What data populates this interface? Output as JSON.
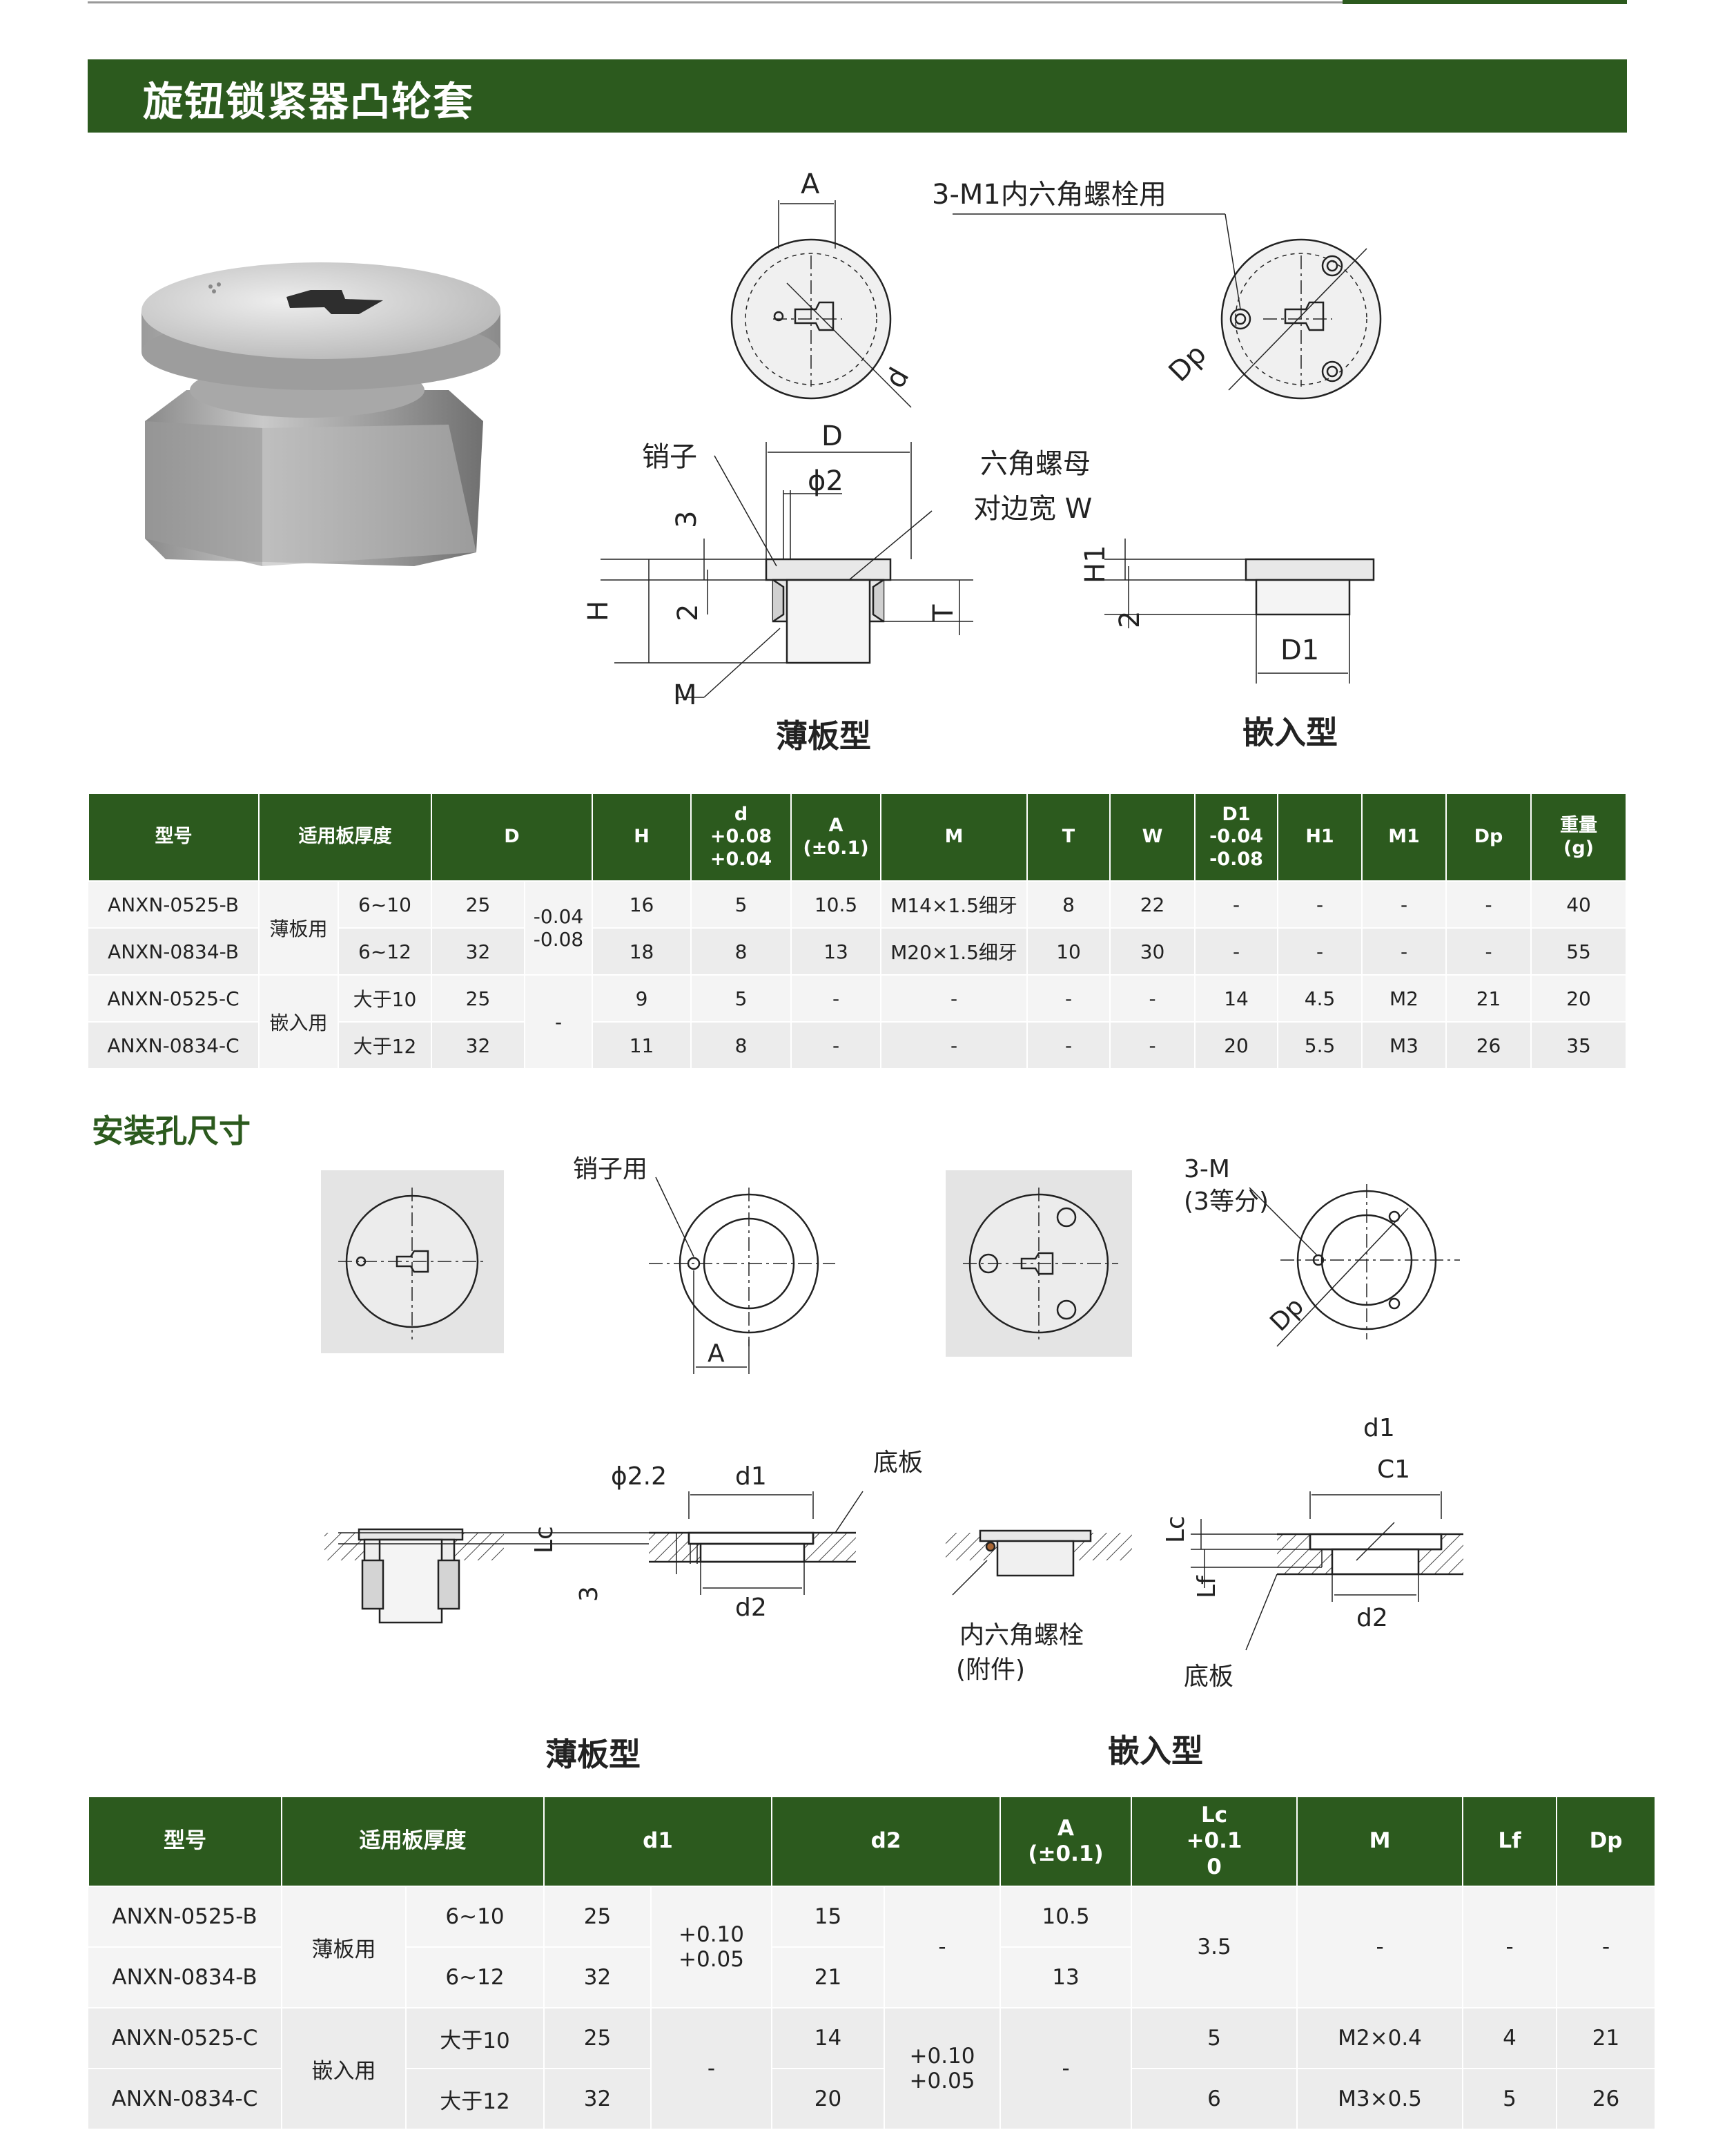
{
  "page_title": "旋钮锁紧器凸轮套",
  "drawing1": {
    "dim_A": "A",
    "dim_d": "d",
    "screw_note": "3-M1内六角螺栓用",
    "dim_Dp": "Dp",
    "pin_label": "销子",
    "dim_D": "D",
    "dim_phi2": "ϕ2",
    "hexnut_label": "六角螺母",
    "across_flats_label": "对边宽 W",
    "dim_3": "3",
    "dim_H": "H",
    "dim_2": "2",
    "dim_T": "T",
    "dim_M": "M",
    "dim_H1": "H1",
    "dim_2b": "2",
    "dim_D1": "D1",
    "type_thin": "薄板型",
    "type_embed": "嵌入型"
  },
  "table1": {
    "headers": {
      "model": "型号",
      "thickness": "适用板厚度",
      "D": "D",
      "H": "H",
      "d": "d\n+0.08\n+0.04",
      "A": "A\n(±0.1)",
      "M": "M",
      "T": "T",
      "W": "W",
      "D1": "D1\n-0.04\n-0.08",
      "H1": "H1",
      "M1": "M1",
      "Dp": "Dp",
      "weight": "重量\n(g)"
    },
    "group_thin": "薄板用",
    "group_embed": "嵌入用",
    "tol_D_thin": "-0.04\n-0.08",
    "tol_D_embed": "-",
    "rows": [
      {
        "model": "ANXN-0525-B",
        "thk": "6~10",
        "D": "25",
        "H": "16",
        "d": "5",
        "A": "10.5",
        "M": "M14×1.5细牙",
        "T": "8",
        "W": "22",
        "D1": "-",
        "H1": "-",
        "M1": "-",
        "Dp": "-",
        "wt": "40"
      },
      {
        "model": "ANXN-0834-B",
        "thk": "6~12",
        "D": "32",
        "H": "18",
        "d": "8",
        "A": "13",
        "M": "M20×1.5细牙",
        "T": "10",
        "W": "30",
        "D1": "-",
        "H1": "-",
        "M1": "-",
        "Dp": "-",
        "wt": "55"
      },
      {
        "model": "ANXN-0525-C",
        "thk": "大于10",
        "D": "25",
        "H": "9",
        "d": "5",
        "A": "-",
        "M": "-",
        "T": "-",
        "W": "-",
        "D1": "14",
        "H1": "4.5",
        "M1": "M2",
        "Dp": "21",
        "wt": "20"
      },
      {
        "model": "ANXN-0834-C",
        "thk": "大于12",
        "D": "32",
        "H": "11",
        "d": "8",
        "A": "-",
        "M": "-",
        "T": "-",
        "W": "-",
        "D1": "20",
        "H1": "5.5",
        "M1": "M3",
        "Dp": "26",
        "wt": "35"
      }
    ]
  },
  "section2_title": "安装孔尺寸",
  "drawing2": {
    "pin_use": "销子用",
    "dim_A": "A",
    "screw_3M": "3-M",
    "equal_div": "(3等分)",
    "dim_Dp": "Dp",
    "dim_phi22": "ϕ2.2",
    "dim_d1": "d1",
    "base_plate": "底板",
    "dim_Lc": "Lc",
    "dim_3": "3",
    "dim_d2": "d2",
    "hex_bolt": "内六角螺栓",
    "accessory": "(附件)",
    "dim_d1b": "d1",
    "dim_C1": "C1",
    "dim_Lcb": "Lc",
    "dim_Lf": "Lf",
    "dim_d2b": "d2",
    "base_plate_b": "底板",
    "type_thin": "薄板型",
    "type_embed": "嵌入型"
  },
  "table2": {
    "headers": {
      "model": "型号",
      "thickness": "适用板厚度",
      "d1": "d1",
      "d2": "d2",
      "A": "A\n(±0.1)",
      "Lc": "Lc\n+0.1\n0",
      "M": "M",
      "Lf": "Lf",
      "Dp": "Dp"
    },
    "group_thin": "薄板用",
    "group_embed": "嵌入用",
    "tol_d1_thin": "+0.10\n+0.05",
    "tol_d1_embed": "-",
    "tol_d2_thin": "-",
    "tol_d2_embed": "+0.10\n+0.05",
    "A_embed": "-",
    "Lc_thin": "3.5",
    "M_thin": "-",
    "Lf_thin": "-",
    "Dp_thin": "-",
    "rows": [
      {
        "model": "ANXN-0525-B",
        "thk": "6~10",
        "d1": "25",
        "d2": "15",
        "A": "10.5"
      },
      {
        "model": "ANXN-0834-B",
        "thk": "6~12",
        "d1": "32",
        "d2": "21",
        "A": "13"
      },
      {
        "model": "ANXN-0525-C",
        "thk": "大于10",
        "d1": "25",
        "d2": "14",
        "Lc": "5",
        "M": "M2×0.4",
        "Lf": "4",
        "Dp": "21"
      },
      {
        "model": "ANXN-0834-C",
        "thk": "大于12",
        "d1": "32",
        "d2": "20",
        "Lc": "6",
        "M": "M3×0.5",
        "Lf": "5",
        "Dp": "26"
      }
    ]
  },
  "colors": {
    "brand_green": "#2c5a1e",
    "row_light": "#f4f4f4",
    "row_dark": "#ececec"
  }
}
